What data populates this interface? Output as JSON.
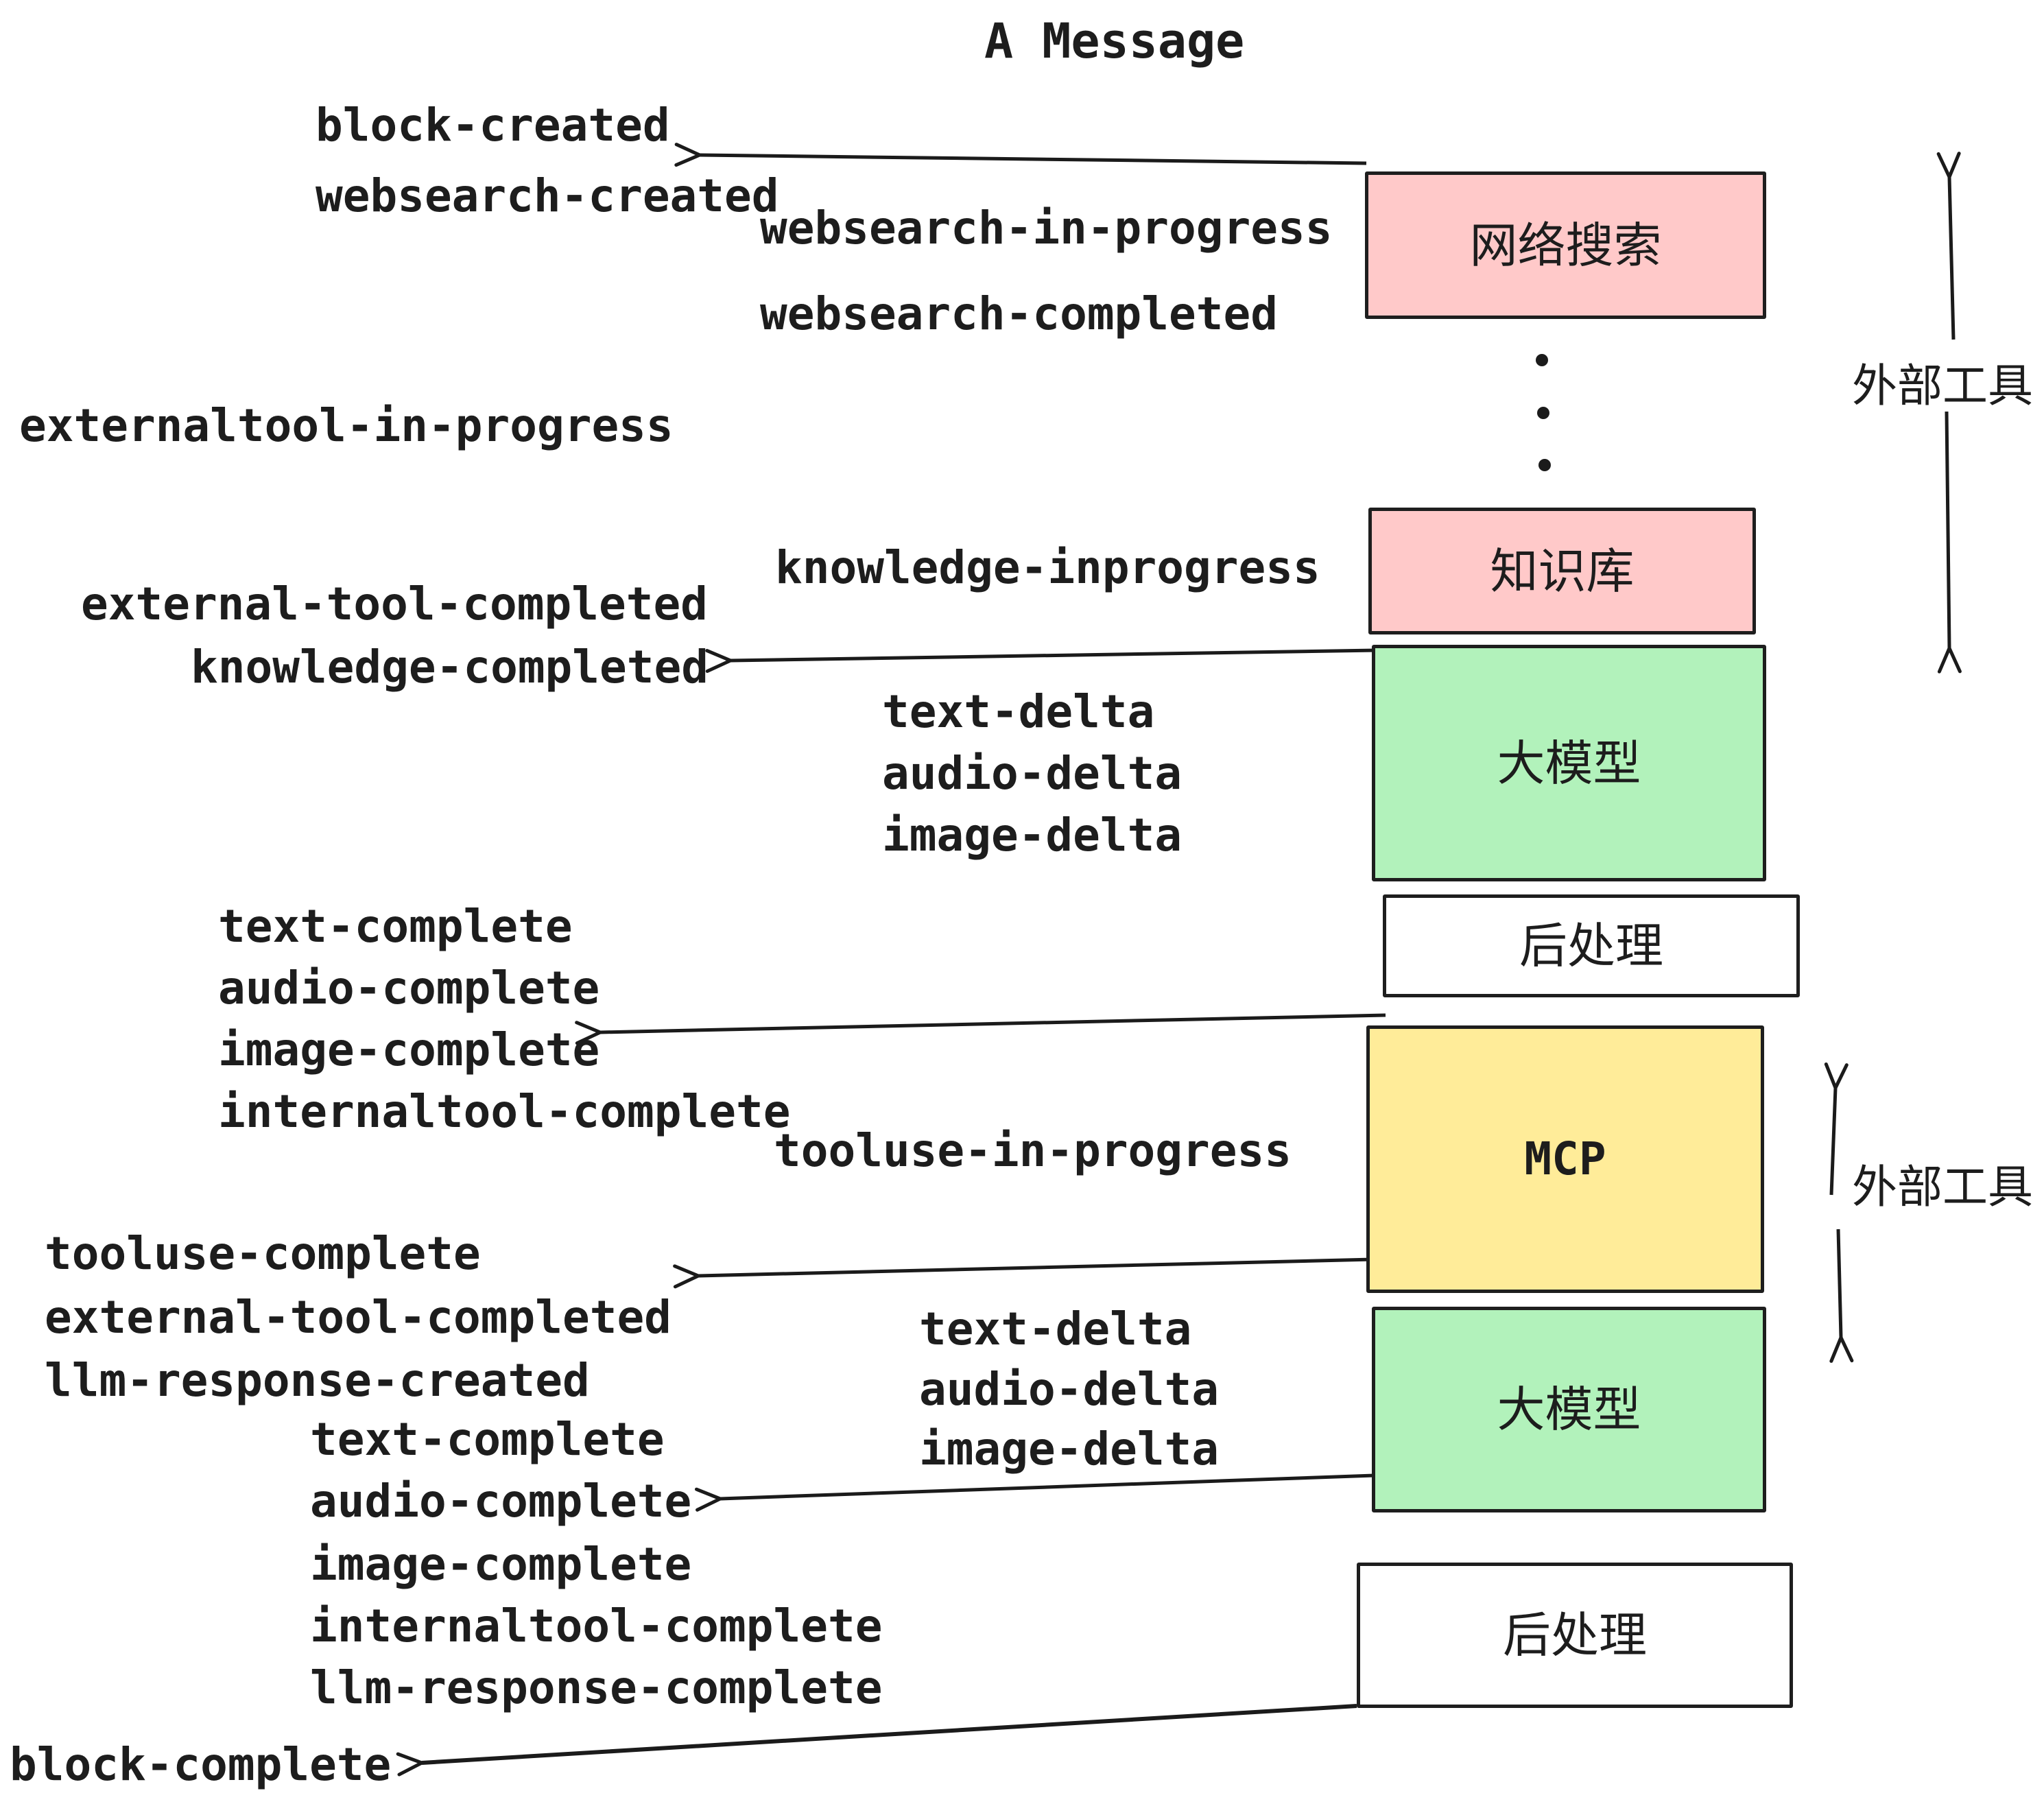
{
  "title": "A Message",
  "events": {
    "block_created": "block-created",
    "websearch_created": "websearch-created",
    "websearch_in_progress": "websearch-in-progress",
    "websearch_completed": "websearch-completed",
    "externaltool_in_progress": "externaltool-in-progress",
    "knowledge_inprogress": "knowledge-inprogress",
    "external_tool_completed": "external-tool-completed",
    "knowledge_completed": "knowledge-completed",
    "text_delta": "text-delta",
    "audio_delta": "audio-delta",
    "image_delta": "image-delta",
    "text_complete": "text-complete",
    "audio_complete": "audio-complete",
    "image_complete": "image-complete",
    "internaltool_complete": "internaltool-complete",
    "tooluse_in_progress": "tooluse-in-progress",
    "tooluse_complete": "tooluse-complete",
    "llm_response_created": "llm-response-created",
    "llm_response_complete": "llm-response-complete",
    "block_complete": "block-complete"
  },
  "boxes": {
    "web_search": {
      "label": "网络搜索",
      "fill": "#ffc9c9"
    },
    "knowledge_base": {
      "label": "知识库",
      "fill": "#ffc9c9"
    },
    "llm_1": {
      "label": "大模型",
      "fill": "#b2f2bb"
    },
    "post_process_1": {
      "label": "后处理",
      "fill": "#ffffff"
    },
    "mcp": {
      "label": "MCP",
      "fill": "#ffec99"
    },
    "llm_2": {
      "label": "大模型",
      "fill": "#b2f2bb"
    },
    "post_process_2": {
      "label": "后处理",
      "fill": "#ffffff"
    }
  },
  "annotations": {
    "external_tools_top": "外部工具",
    "external_tools_mid": "外部工具"
  },
  "colors": {
    "stroke": "#1b1b1b",
    "pink": "#ffc9c9",
    "green": "#b2f2bb",
    "yellow": "#ffec99",
    "white": "#ffffff"
  }
}
